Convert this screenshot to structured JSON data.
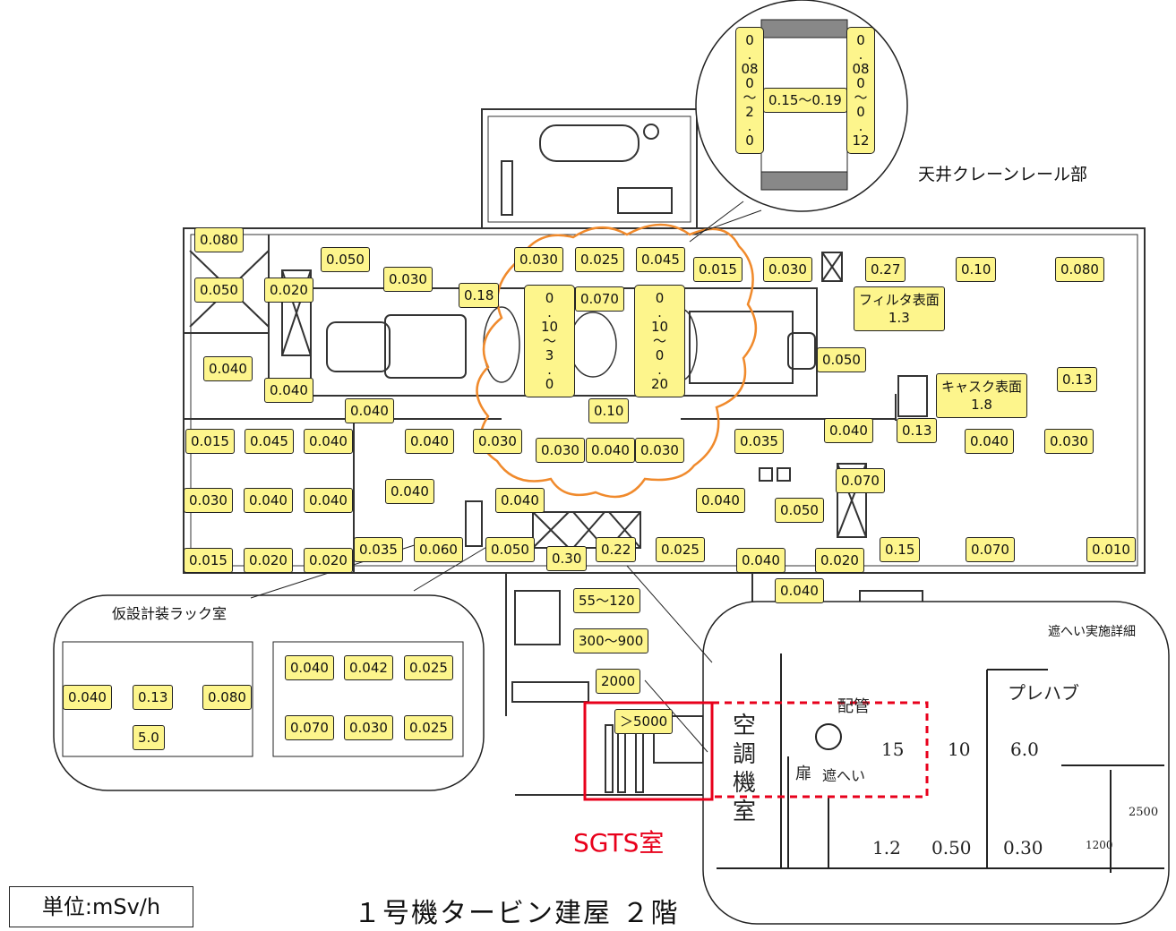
{
  "title": "１号機タービン建屋 ２階",
  "unit": "単位:mSv/h",
  "sgts_label": "SGTS室",
  "crane_label": "天井クレーンレール部",
  "rack_room_label": "仮設計装ラック室",
  "shield_detail_label": "遮へい実施詳細",
  "colors": {
    "label_fill": "#fdf58c",
    "cloud": "#f08a2c",
    "highlight": "#e8001b"
  },
  "labels": [
    "0.080",
    "0.050",
    "0.030",
    "0.030",
    "0.025",
    "0.045",
    "0.015",
    "0.030",
    "0.27",
    "0.10",
    "0.080",
    "0.050",
    "0.020",
    "0.18",
    "0.070",
    "0.040",
    "0.040",
    "0.040",
    "0.050",
    "0.13",
    "0.10",
    "0.015",
    "0.045",
    "0.040",
    "0.040",
    "0.030",
    "0.030",
    "0.040",
    "0.030",
    "0.035",
    "0.040",
    "0.13",
    "0.040",
    "0.030",
    "0.030",
    "0.040",
    "0.040",
    "0.040",
    "0.040",
    "0.040",
    "0.050",
    "0.070",
    "0.015",
    "0.020",
    "0.020",
    "0.035",
    "0.060",
    "0.050",
    "0.30",
    "0.22",
    "0.025",
    "0.040",
    "0.020",
    "0.15",
    "0.070",
    "0.010",
    "0.040",
    "55〜120",
    "300〜900",
    "2000",
    "＞5000"
  ],
  "surface_labels": {
    "filter": [
      "フィルタ表面",
      "1.3"
    ],
    "cask": [
      "キャスク表面",
      "1.8"
    ]
  },
  "vertical_labels": [
    [
      "0",
      ".",
      "10",
      "〜",
      "3",
      ".",
      "0"
    ],
    [
      "0",
      ".",
      "10",
      "〜",
      "0",
      ".",
      "20"
    ]
  ],
  "crane_detail": {
    "left": [
      "0",
      ".",
      "08",
      "0",
      "〜",
      "2",
      ".",
      "0"
    ],
    "center": "0.15〜0.19",
    "right": [
      "0",
      ".",
      "08",
      "0",
      "〜",
      "0",
      ".",
      "12"
    ]
  },
  "rack_left": [
    "0.040",
    "0.13",
    "0.080",
    "5.0"
  ],
  "rack_right": [
    "0.040",
    "0.042",
    "0.025",
    "0.070",
    "0.030",
    "0.025"
  ],
  "shield_detail": {
    "room": [
      "空",
      "調",
      "機",
      "室"
    ],
    "pipe": "配管",
    "door": "扉",
    "shield": "遮へい",
    "prefab": "プレハブ",
    "values_top": [
      "15",
      "10",
      "6.0"
    ],
    "values_bottom": [
      "1.2",
      "0.50",
      "0.30"
    ],
    "dim_a": "2500",
    "dim_b": "1200"
  }
}
